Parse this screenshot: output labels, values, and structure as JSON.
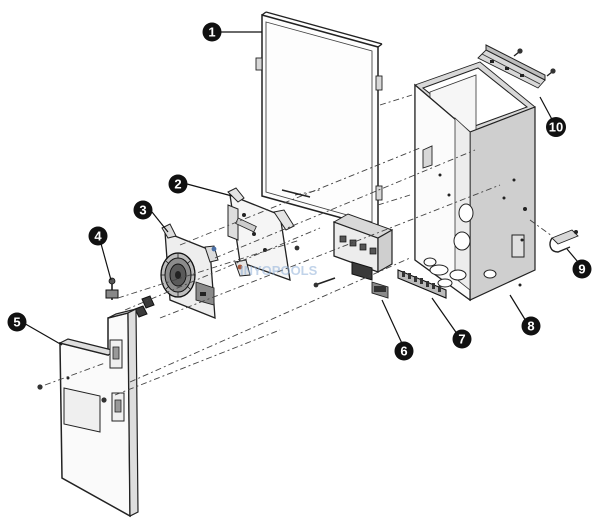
{
  "watermark": "INYOPOOLS",
  "callouts": [
    {
      "id": "1",
      "label": "1"
    },
    {
      "id": "2",
      "label": "2"
    },
    {
      "id": "3",
      "label": "3"
    },
    {
      "id": "4",
      "label": "4"
    },
    {
      "id": "5",
      "label": "5"
    },
    {
      "id": "6",
      "label": "6"
    },
    {
      "id": "7",
      "label": "7"
    },
    {
      "id": "8",
      "label": "8"
    },
    {
      "id": "9",
      "label": "9"
    },
    {
      "id": "10",
      "label": "10"
    }
  ],
  "colors": {
    "callout_fill": "#111111",
    "callout_text": "#ffffff",
    "line": "#222222",
    "watermark": "#8fb0d8"
  }
}
